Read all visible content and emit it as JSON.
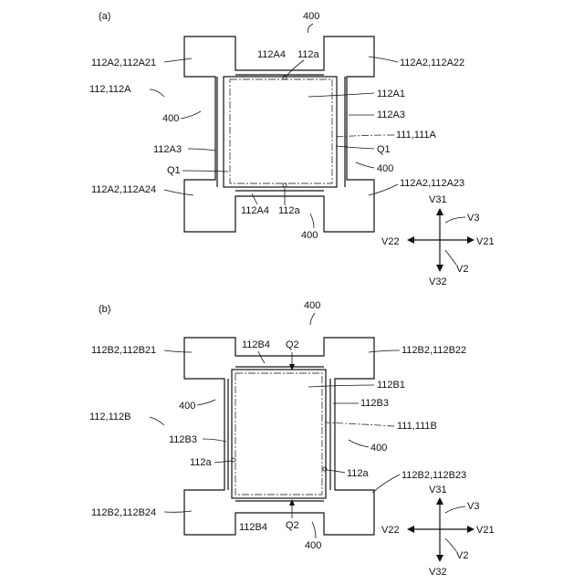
{
  "panels": [
    {
      "tag": "(a)",
      "labels": {
        "ref_400_top": "400",
        "ref_400_left": "400",
        "ref_400_right": "400",
        "ref_400_bottom": "400",
        "corner_tl": "112A2,112A21",
        "corner_tr": "112A2,112A22",
        "corner_bl": "112A2,112A24",
        "corner_br": "112A2,112A23",
        "part_main": "112,112A",
        "body": "112A1",
        "side_right": "112A3",
        "side_left": "112A3",
        "notch_top": "112A4",
        "notch_bottom": "112A4",
        "edge_top": "112a",
        "edge_bottom": "112a",
        "region": "111,111A",
        "q_right": "Q1",
        "q_left": "Q1"
      }
    },
    {
      "tag": "(b)",
      "labels": {
        "ref_400_top": "400",
        "ref_400_left": "400",
        "ref_400_right": "400",
        "ref_400_bottom": "400",
        "corner_tl": "112B2,112B21",
        "corner_tr": "112B2,112B22",
        "corner_bl": "112B2,112B24",
        "corner_br": "112B2,112B23",
        "part_main": "112,112B",
        "body": "112B1",
        "side_right": "112B3",
        "side_left": "112B3",
        "notch_top": "112B4",
        "notch_bottom": "112B4",
        "edge_left": "112a",
        "edge_right": "112a",
        "region": "111,111B",
        "q_top": "Q2",
        "q_bottom": "Q2"
      }
    }
  ],
  "axes": {
    "up": "V31",
    "up_diag": "V3",
    "left": "V22",
    "right": "V21",
    "down_diag": "V2",
    "down": "V32"
  }
}
